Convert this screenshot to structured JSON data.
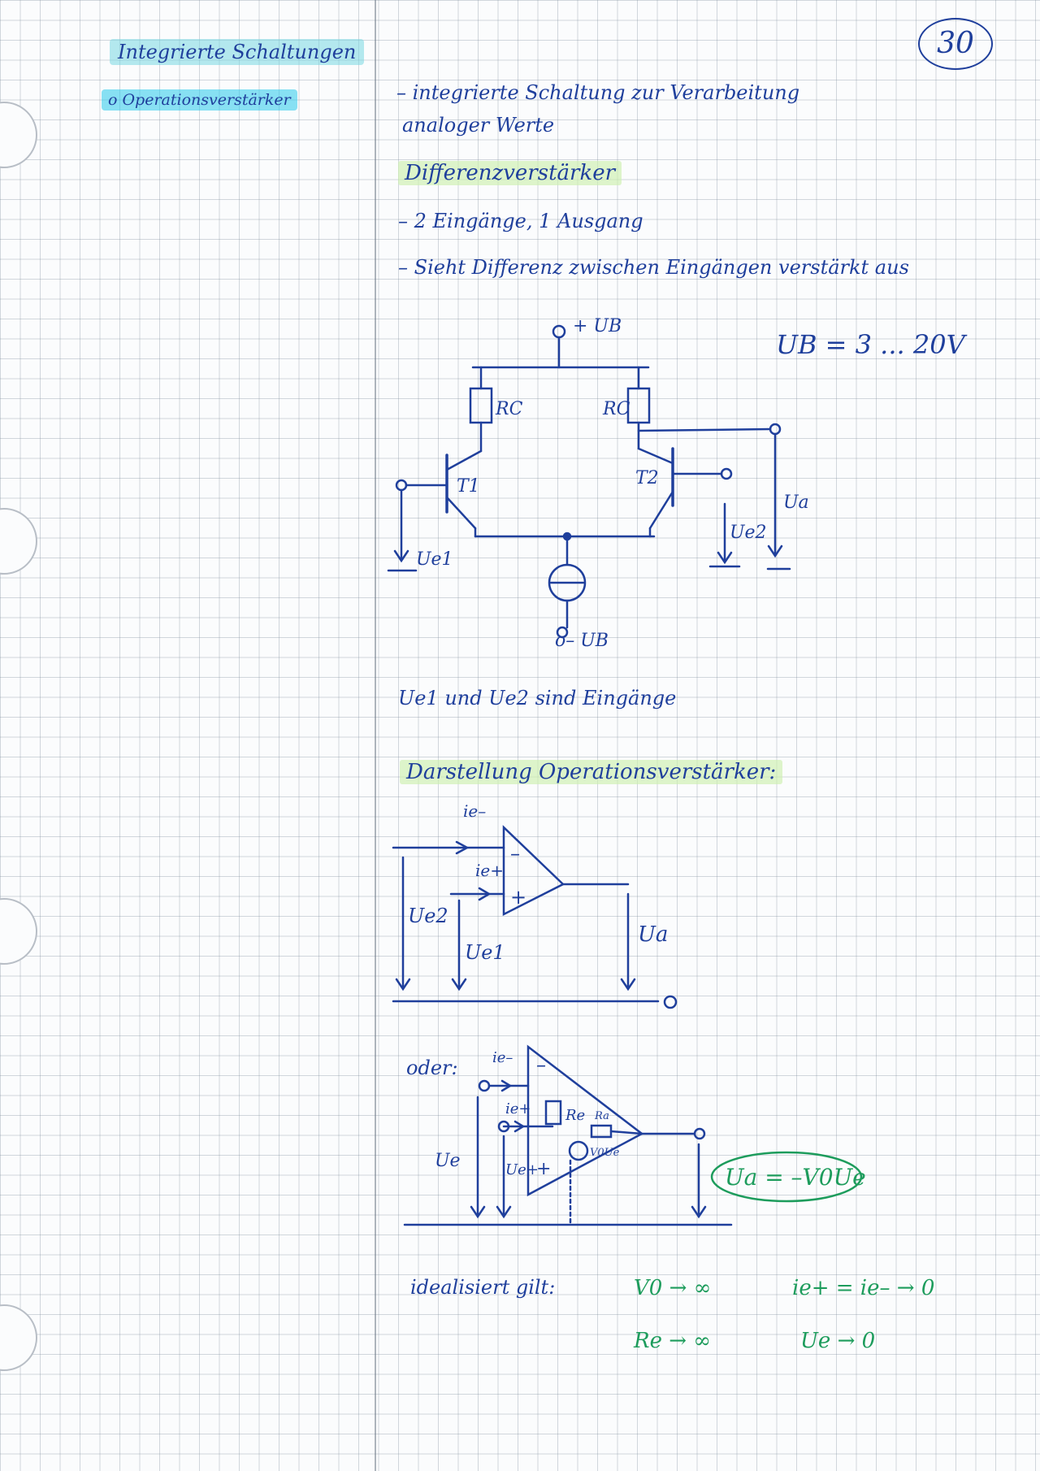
{
  "page_number": "30",
  "sidebar": {
    "title": "Integrierte Schaltungen",
    "bullet": "o Operationsverstärker"
  },
  "intro": {
    "line1": "– integrierte Schaltung zur Verarbeitung",
    "line2": "analoger Werte"
  },
  "diff_amp": {
    "heading": "Differenzverstärker",
    "point1": "– 2 Eingänge, 1 Ausgang",
    "point2": "– Sieht Differenz zwischen Eingängen verstärkt aus",
    "supply_range": "UB = 3 ... 20V",
    "circuit_labels": {
      "vplus": "+ UB",
      "rc_left": "RC",
      "rc_right": "RC",
      "t1": "T1",
      "t2": "T2",
      "ua": "Ua",
      "ue2": "Ue2",
      "ue1": "Ue1",
      "vminus": "o– UB"
    },
    "note": "Ue1 und Ue2 sind Eingänge"
  },
  "opamp": {
    "heading": "Darstellung Operationsverstärker:",
    "symbol1_labels": {
      "ie_minus": "ie–",
      "ie_plus": "ie+",
      "minus": "–",
      "plus": "+",
      "ue2": "Ue2",
      "ue1": "Ue1",
      "ua": "Ua"
    },
    "or_label": "oder:",
    "symbol2_labels": {
      "ie_minus": "ie–",
      "ie_plus": "ie+",
      "re": "Re",
      "ra": "Ra",
      "vue": "V0Ue",
      "ue": "Ue",
      "ue_plus": "Ue+",
      "minus": "–",
      "plus": "+"
    },
    "formula": "Ua = –V0Ue"
  },
  "idealized": {
    "label": "idealisiert gilt:",
    "eq1": "V0 → ∞",
    "eq2": "ie+ = ie– → 0",
    "eq3": "Re → ∞",
    "eq4": "Ue → 0"
  }
}
